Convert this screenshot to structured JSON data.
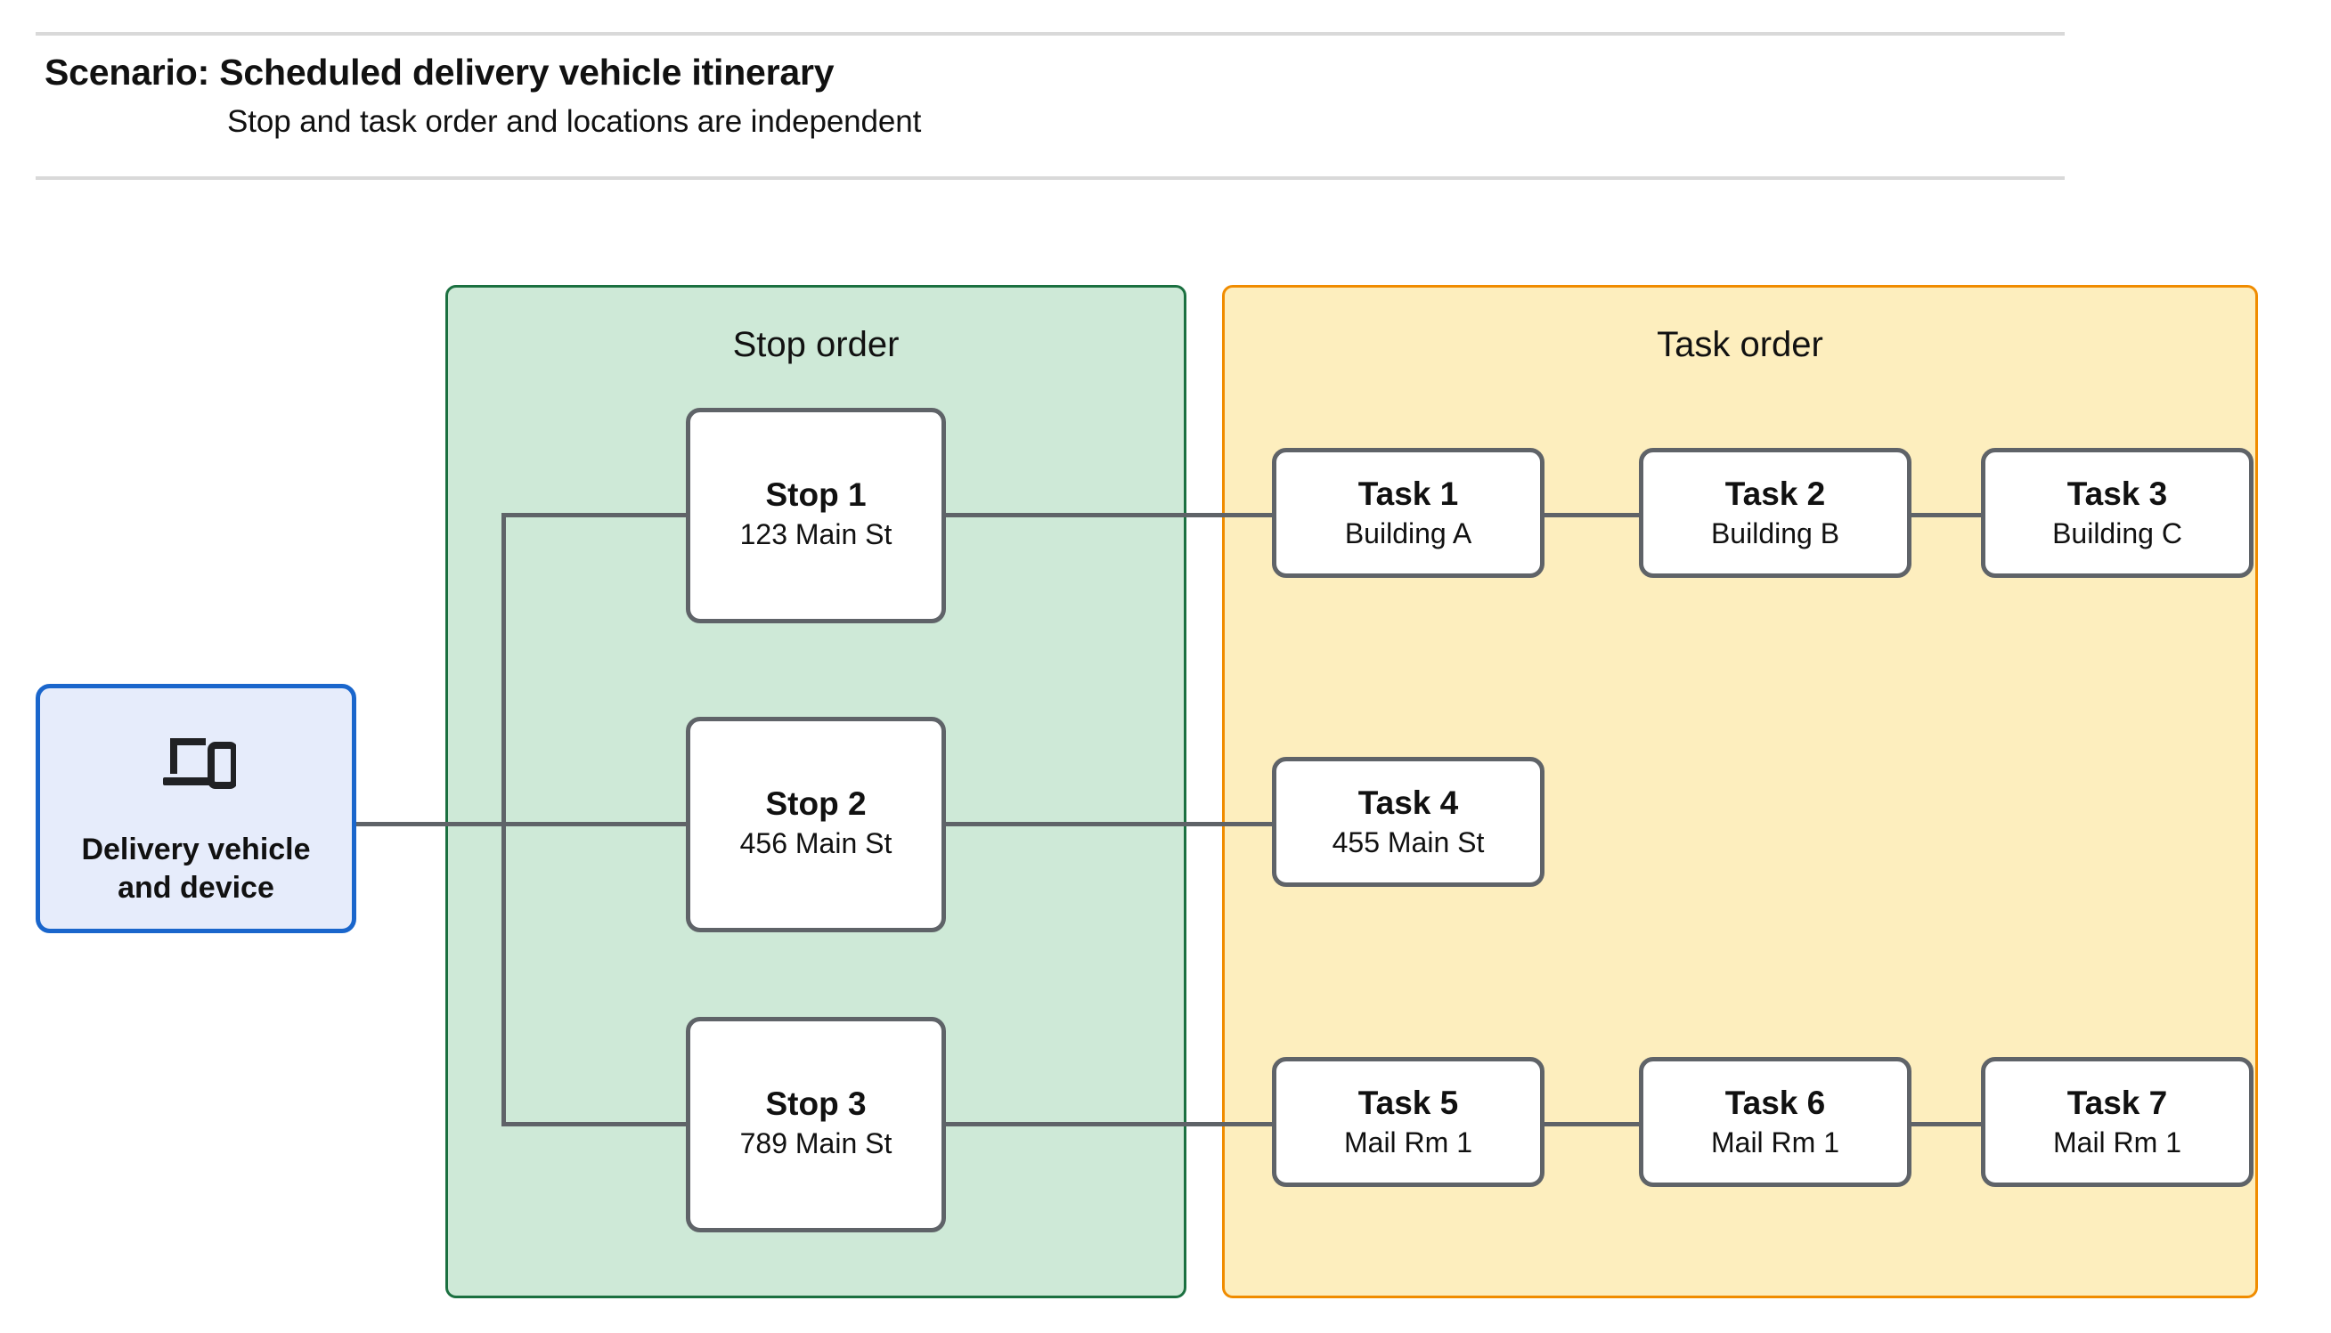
{
  "header": {
    "title": "Scenario: Scheduled delivery vehicle itinerary",
    "subtitle": "Stop and task order and locations are independent"
  },
  "vehicle": {
    "icon": "devices-icon",
    "label_line1": "Delivery vehicle",
    "label_line2": "and device"
  },
  "panels": {
    "stop": {
      "title": "Stop order",
      "fill": "#cee9d7",
      "border": "#1b7040"
    },
    "task": {
      "title": "Task order",
      "fill": "#fdeebe",
      "border": "#f08c00"
    }
  },
  "stops": [
    {
      "title": "Stop 1",
      "address": "123 Main St"
    },
    {
      "title": "Stop 2",
      "address": "456 Main St"
    },
    {
      "title": "Stop 3",
      "address": "789 Main St"
    }
  ],
  "task_rows": [
    [
      {
        "title": "Task 1",
        "location": "Building A"
      },
      {
        "title": "Task 2",
        "location": "Building B"
      },
      {
        "title": "Task 3",
        "location": "Building C"
      }
    ],
    [
      {
        "title": "Task 4",
        "location": "455 Main St"
      }
    ],
    [
      {
        "title": "Task 5",
        "location": "Mail Rm 1"
      },
      {
        "title": "Task 6",
        "location": "Mail Rm 1"
      },
      {
        "title": "Task 7",
        "location": "Mail Rm 1"
      }
    ]
  ],
  "colors": {
    "vehicle_border": "#1a66cc",
    "vehicle_fill": "#e6ecfb",
    "node_border": "#5f6368",
    "wire": "#5f6368",
    "rule": "#d9d9d9"
  }
}
